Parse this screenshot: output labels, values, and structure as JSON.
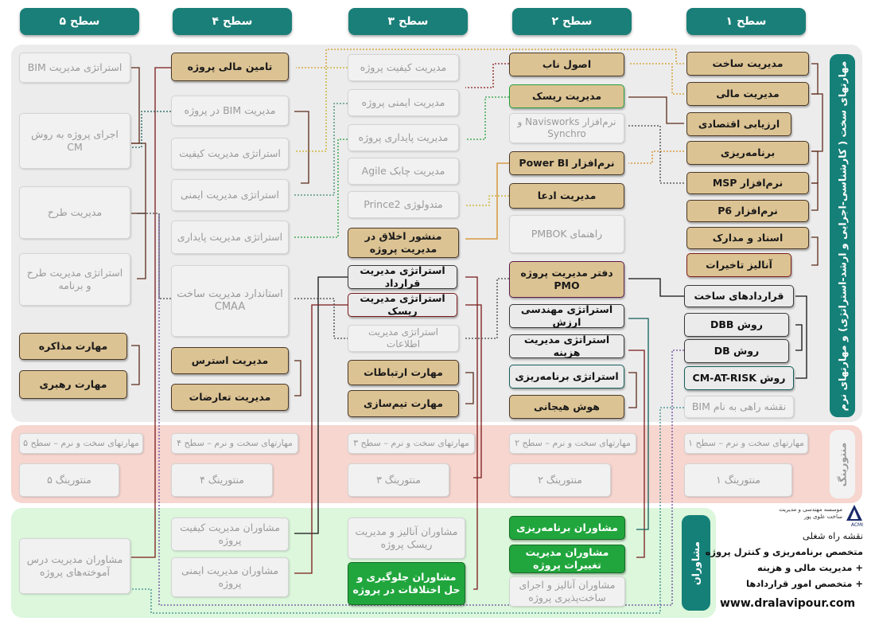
{
  "levels": [
    "سطح ۵",
    "سطح ۴",
    "سطح ۳",
    "سطح ۲",
    "سطح ۱"
  ],
  "side_labels": {
    "hard_soft": "مهارتهای سخت ( کارشناسی-اجرایی و ارشد-استراتژی) و مهارتهای نرم",
    "mentoring": "منتورینگ",
    "consulting": "مشاوران"
  },
  "level1": [
    "مدیریت ساخت",
    "مدیریت مالی",
    "ارزیابی اقتصادی",
    "برنامه‌ریزی",
    "نرم‌افزار MSP",
    "نرم‌افزار P6",
    "اسناد و مدارک",
    "آنالیز تاخیرات",
    "قراردادهای ساخت",
    "روش DBB",
    "روش DB",
    "روش CM-AT-RISK",
    "نقشه راهی به نام BIM"
  ],
  "level2": [
    "اصول ناب",
    "مدیریت ریسک",
    "نرم‌افزار Navisworks و Synchro",
    "نرم‌افزار Power BI",
    "مدیریت ادعا",
    "راهنمای PMBOK",
    "دفتر مدیریت پروژه PMO",
    "استراتژی مهندسی ارزش",
    "استراتژی مدیریت هزینه",
    "استراتژی برنامه‌ریزی",
    "هوش هیجانی"
  ],
  "level3": [
    "مدیریت کیفیت پروژه",
    "مدیریت ایمنی پروژه",
    "مدیریت پایداری پروژه",
    "مدیریت چابک Agile",
    "متدولوژی Prince2",
    "منشور اخلاق در مدیریت پروژه",
    "استراتژی مدیریت قرارداد",
    "استراتژی مدیریت ریسک",
    "استراتژی مدیریت اطلاعات",
    "مهارت ارتباطات",
    "مهارت تیم‌سازی"
  ],
  "level4": [
    "تامین مالی پروژه",
    "مدیریت BIM در پروژه",
    "استراتژی مدیریت کیفیت",
    "استراتژی مدیریت ایمنی",
    "استراتژی مدیریت پایداری",
    "استاندارد مدیریت ساخت CMAA",
    "مدیریت استرس",
    "مدیریت تعارضات"
  ],
  "level5": [
    "استراتژی مدیریت BIM",
    "اجرای پروژه به روش CM",
    "مدیریت طرح",
    "استراتژی مدیریت طرح و برنامه",
    "مهارت مذاکره",
    "مهارت رهبری"
  ],
  "mentoring": {
    "titles": [
      "مهارتهای سخت و نرم – سطح ۵",
      "مهارتهای سخت و نرم – سطح ۴",
      "مهارتهای سخت و نرم – سطح ۳",
      "مهارتهای سخت و نرم – سطح ۲",
      "مهارتهای سخت و نرم – سطح ۱"
    ],
    "items": [
      "منتورینگ ۵",
      "منتورینگ ۴",
      "منتورینگ ۳",
      "منتورینگ ۲",
      "منتورینگ ۱"
    ]
  },
  "consultants": {
    "col5": [
      "مشاوران مدیریت درس آموخته‌های پروژه"
    ],
    "col4": [
      "مشاوران مدیریت کیفیت پروژه",
      "مشاوران مدیریت ایمنی پروژه"
    ],
    "col3": [
      "مشاوران آنالیز و مدیریت ریسک پروژه",
      "مشاوران جلوگیری و حل اختلافات در پروژه"
    ],
    "col2": [
      "مشاوران برنامه‌ریزی",
      "مشاوران مدیریت تغییرات پروژه",
      "مشاوران آنالیز و اجرای ساخت‌پذیری پروژه"
    ]
  },
  "legend": {
    "logo_text": "موسسه مهندسی و مدیریت ساخت علوی پور",
    "logo_mark": "ACMI",
    "heading": "نقشه راه شغلی",
    "lines": [
      "متخصص برنامه‌ریزی و کنترل پروژه",
      "+ مدیریت مالی و هزینه",
      "+ متخصص امور قراردادها"
    ],
    "website": "www.dralavipour.com"
  },
  "colors": {
    "header": "#1a7f78",
    "tan": "#dcc393",
    "green": "#21a63d",
    "band_gray": "#ececec",
    "band_pink": "#f7d6d0",
    "band_green": "#dcf7dc",
    "side_teal": "#148078"
  }
}
